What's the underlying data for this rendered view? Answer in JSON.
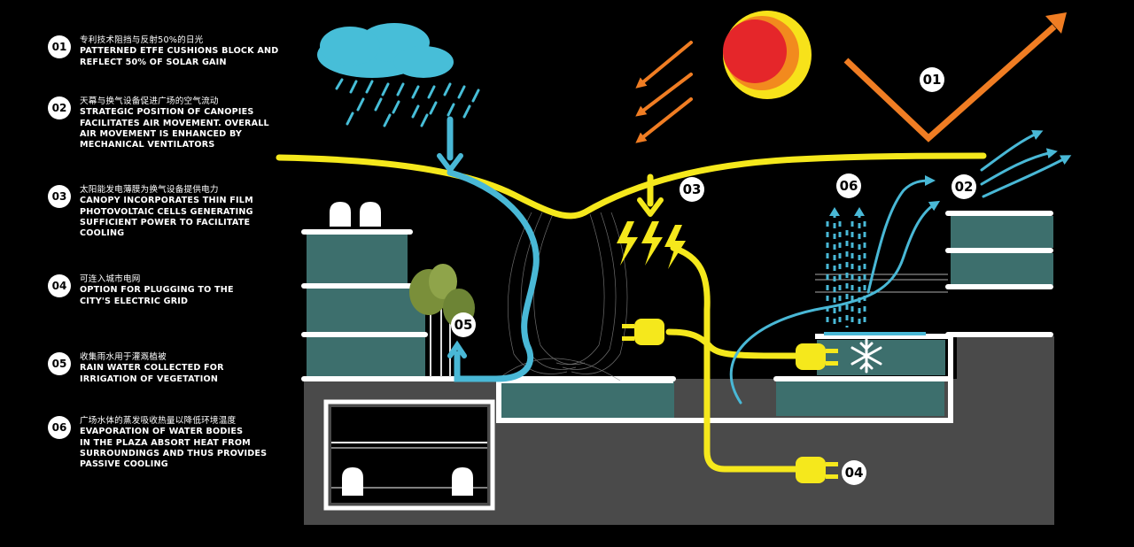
{
  "legend": [
    {
      "num": "01",
      "cn": "专利技术阻挡与反射50%的日光",
      "en": "PATTERNED ETFE CUSHIONS BLOCK AND\nREFLECT 50% OF SOLAR GAIN"
    },
    {
      "num": "02",
      "cn": "天幕与换气设备促进广场的空气流动",
      "en": "STRATEGIC POSITION OF CANOPIES\nFACILITATES AIR MOVEMENT. OVERALL\nAIR MOVEMENT IS ENHANCED BY\nMECHANICAL VENTILATORS"
    },
    {
      "num": "03",
      "cn": "太阳能发电薄膜为换气设备提供电力",
      "en": "CANOPY INCORPORATES THIN FILM\nPHOTOVOLTAIC CELLS GENERATING\nSUFFICIENT POWER TO FACILITATE\nCOOLING"
    },
    {
      "num": "04",
      "cn": "可连入城市电网",
      "en": "OPTION FOR PLUGGING TO THE\nCITY'S ELECTRIC GRID"
    },
    {
      "num": "05",
      "cn": "收集雨水用于灌溉植被",
      "en": "RAIN WATER COLLECTED FOR\nIRRIGATION OF VEGETATION"
    },
    {
      "num": "06",
      "cn": "广场水体的蒸发吸收热量以降低环境温度",
      "en": "EVAPORATION OF WATER BODIES\nIN THE PLAZA ABSORT HEAT FROM\nSURROUNDINGS AND THUS PROVIDES\nPASSIVE COOLING"
    }
  ],
  "markers": {
    "m01": "01",
    "m02": "02",
    "m03": "03",
    "m04": "04",
    "m05": "05",
    "m06": "06"
  },
  "colors": {
    "yellow": "#f5e81c",
    "blue": "#49b8d6",
    "orange": "#f07d23",
    "teal": "#3d6f6d",
    "ground": "#4a4a4a",
    "sun_red": "#e5262a",
    "sun_orange": "#f28a1e",
    "sun_yellow": "#f7e21a",
    "cloud": "#47bed8"
  }
}
